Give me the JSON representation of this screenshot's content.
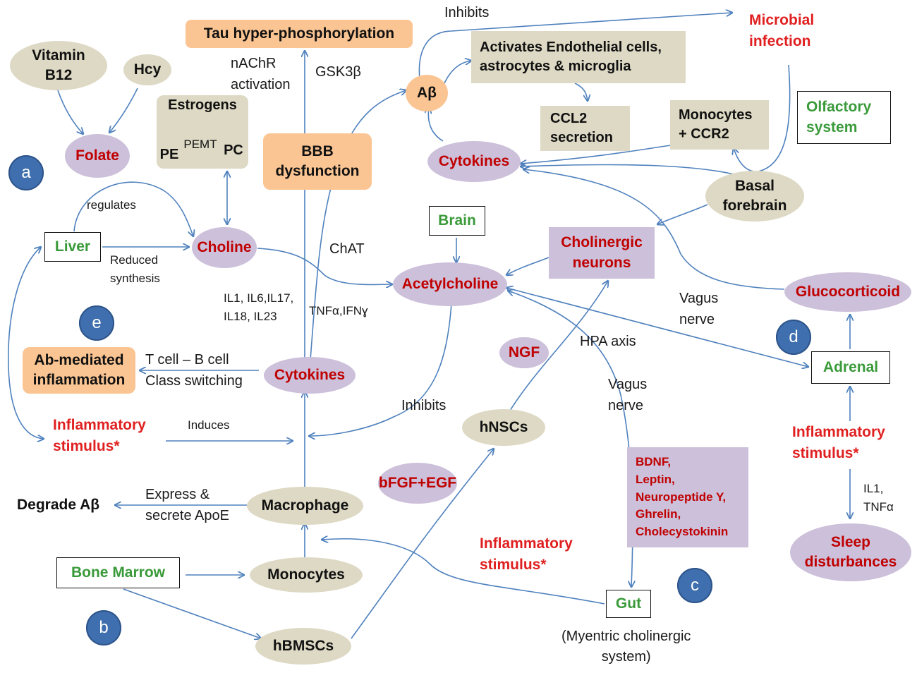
{
  "nodes": {
    "vitamin_b12": "Vitamin\nB12",
    "hcy": "Hcy",
    "folate": "Folate",
    "estrogens": "Estrogens",
    "pe": "PE",
    "pemt": "PEMT",
    "pc": "PC",
    "tau": "Tau hyper-phosphorylation",
    "bbb": "BBB\ndysfunction",
    "abeta": "Aβ",
    "activates": "Activates Endothelial cells,\nastrocytes & microglia",
    "ccl2": "CCL2\nsecretion",
    "monocytes_ccr2": "Monocytes\n+ CCR2",
    "microbial": "Microbial\ninfection",
    "olfactory": "Olfactory\nsystem",
    "cytokines_top": "Cytokines",
    "basal_forebrain": "Basal\nforebrain",
    "liver": "Liver",
    "choline": "Choline",
    "brain": "Brain",
    "cholinergic_neurons": "Cholinergic\nneurons",
    "acetylcholine": "Acetylcholine",
    "glucocorticoid": "Glucocorticoid",
    "ngf": "NGF",
    "adrenal": "Adrenal",
    "ab_inflammation": "Ab-mediated\ninflammation",
    "cytokines_mid": "Cytokines",
    "hnscs": "hNSCs",
    "inflam_left": "Inflammatory\nstimulus*",
    "inflam_right": "Inflammatory\nstimulus*",
    "inflam_center": "Inflammatory\nstimulus*",
    "bfgf": "bFGF+EGF",
    "gut_factors": "BDNF,\nLeptin,\nNeuropeptide Y,\nGhrelin,\nCholecystokinin",
    "degrade": "Degrade Aβ",
    "macrophage": "Macrophage",
    "sleep": "Sleep\ndisturbances",
    "bone_marrow": "Bone Marrow",
    "monocytes": "Monocytes",
    "gut": "Gut",
    "hbmscs": "hBMSCs"
  },
  "labels": {
    "inhibits_top": "Inhibits",
    "nachr": "nAChR\nactivation",
    "gsk3b": "GSK3β",
    "regulates": "regulates",
    "reduced": "Reduced\nsynthesis",
    "chat": "ChAT",
    "il_list": "IL1, IL6,IL17,\nIL18, IL23",
    "tnf_ifn": "TNFα,IFNɣ",
    "vagus_right": "Vagus\nnerve",
    "hpa": "HPA axis",
    "vagus_center": "Vagus\nnerve",
    "tcell": "T cell – B cell\nClass switching",
    "inhibits_mid": "Inhibits",
    "induces": "Induces",
    "express": "Express &\nsecrete ApoE",
    "il1_tnf": "IL1,\nTNFα",
    "myentric": "(Myentric cholinergic\nsystem)"
  },
  "panel_markers": {
    "a": "a",
    "b": "b",
    "c": "c",
    "d": "d",
    "e": "e"
  },
  "colors": {
    "arrow": "#4f81bd",
    "tan": "#ddd9c4",
    "purple": "#ccc0da",
    "orange": "#fbc593",
    "marker": "#3f6fae",
    "red_text": "#c00000",
    "green_text": "#3a9a3a"
  }
}
